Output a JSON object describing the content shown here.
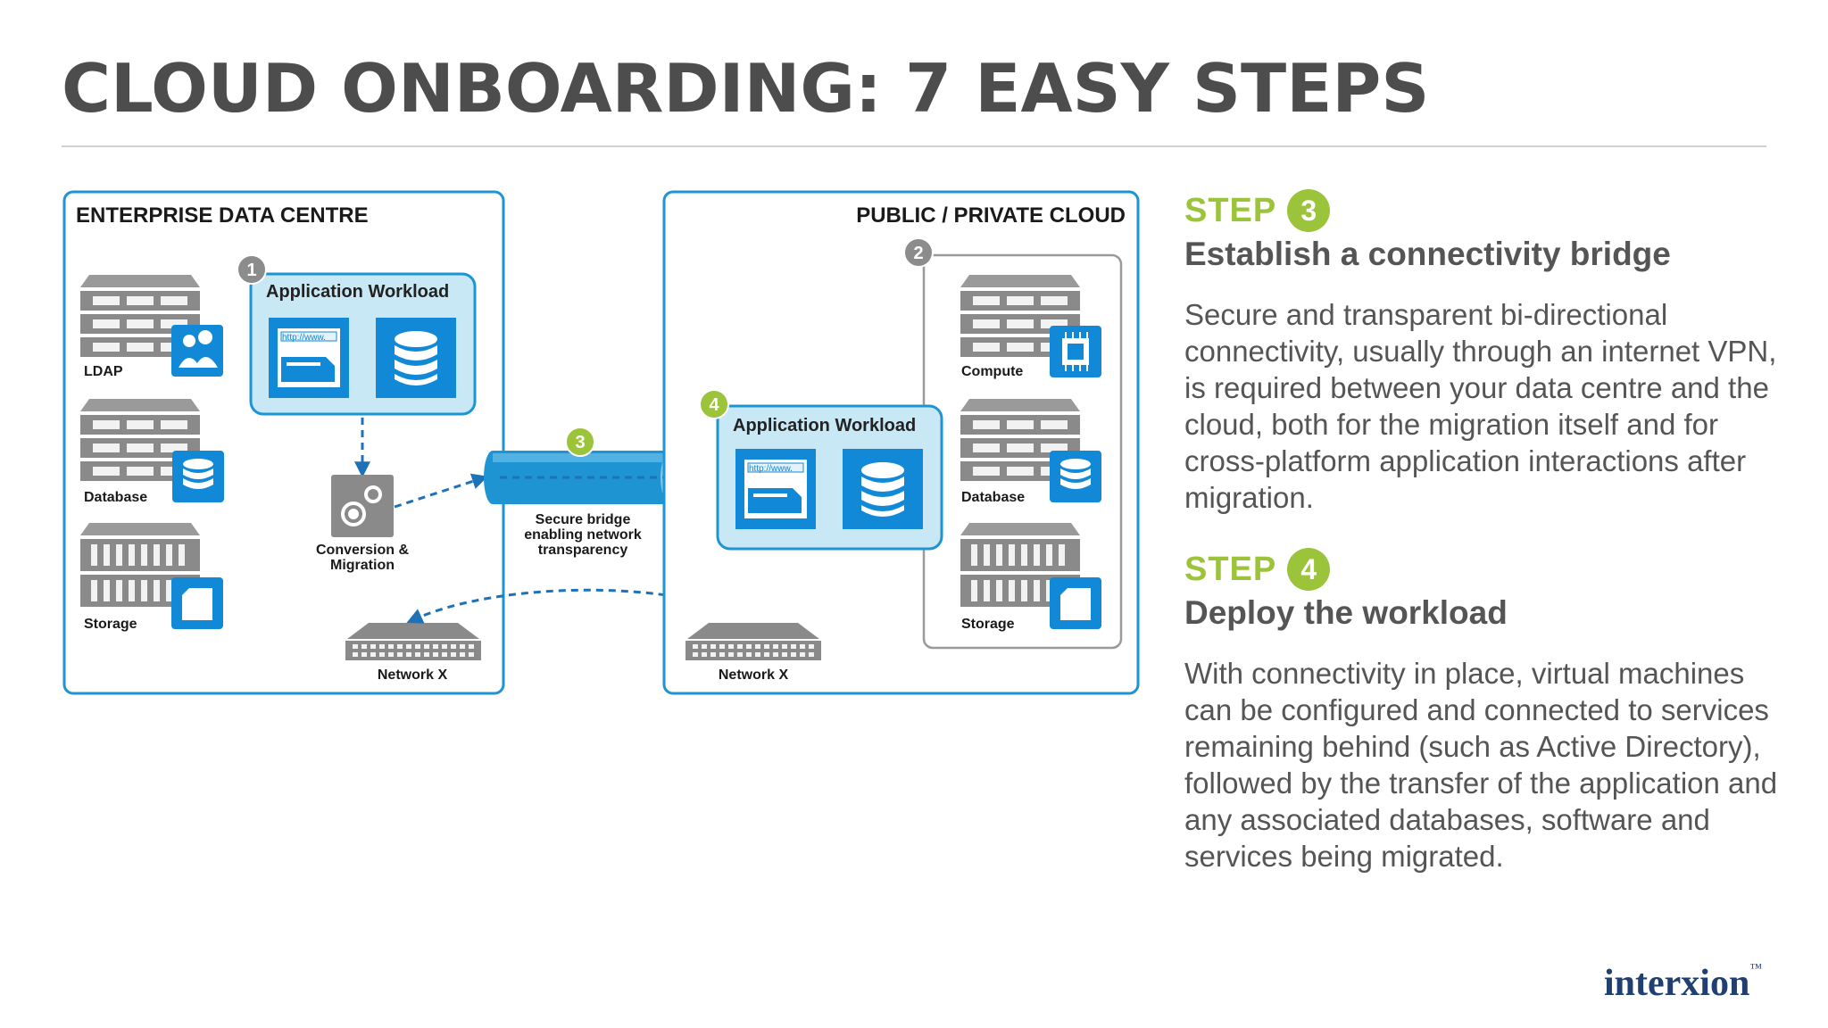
{
  "title": "CLOUD ONBOARDING: 7 EASY STEPS",
  "diagram": {
    "enterprise_title": "ENTERPRISE DATA CENTRE",
    "cloud_title": "PUBLIC / PRIVATE CLOUD",
    "ldap_label": "LDAP",
    "database_label": "Database",
    "storage_label": "Storage",
    "compute_label": "Compute",
    "cloud_database_label": "Database",
    "cloud_storage_label": "Storage",
    "workload_label": "Application Workload",
    "cloud_workload_label": "Application Workload",
    "browser_url": "http://www.",
    "conversion_label_1": "Conversion &",
    "conversion_label_2": "Migration",
    "bridge_label_1": "Secure bridge",
    "bridge_label_2": "enabling network",
    "bridge_label_3": "transparency",
    "network_left_label": "Network X",
    "network_right_label": "Network X",
    "badge_1": "1",
    "badge_2": "2",
    "badge_3": "3",
    "badge_4": "4",
    "colors": {
      "frame_blue": "#1e94d2",
      "icon_blue": "#1289d6",
      "light_blue": "#c9e8f6",
      "green": "#9bc43a",
      "grey_badge": "#8c8c8c"
    }
  },
  "steps": [
    {
      "label": "STEP",
      "number": "3",
      "title": "Establish a connectivity bridge",
      "body": "Secure and transparent bi-directional connectivity, usually through an internet VPN, is required between your data centre and the cloud, both for the migration itself and for cross-platform application interactions after migration."
    },
    {
      "label": "STEP",
      "number": "4",
      "title": "Deploy the workload",
      "body": "With connectivity in place, virtual machines can be configured and connected to services remaining behind (such as Active Directory), followed by the transfer of the application and any associated databases, software and services being migrated."
    }
  ],
  "logo": {
    "text": "interxion",
    "mark": "™"
  }
}
